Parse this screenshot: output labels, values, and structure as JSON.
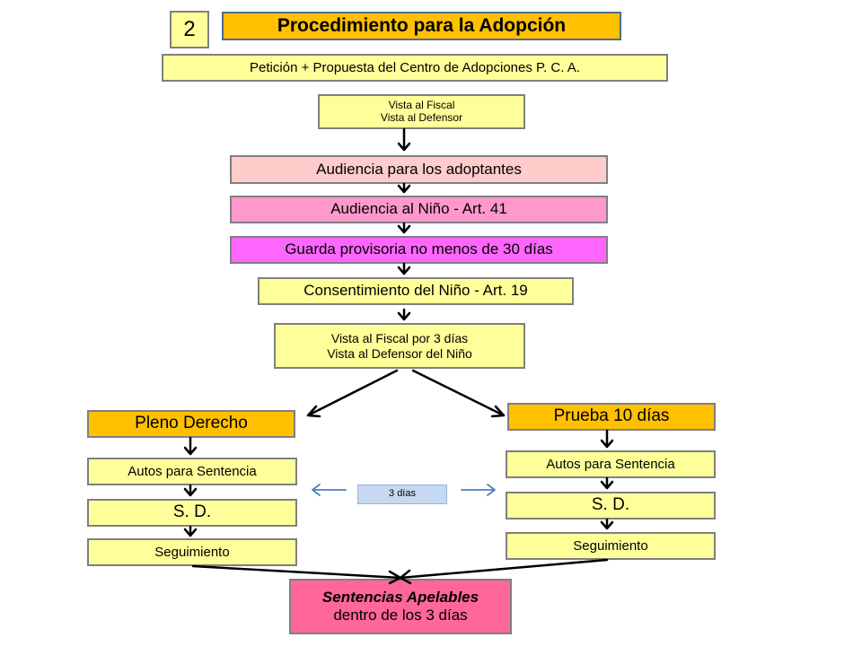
{
  "header": {
    "number": "2",
    "title": "Procedimiento para la Adopción"
  },
  "steps": {
    "peticion": "Petición + Propuesta del Centro de Adopciones  P. C. A.",
    "vista1_line1": "Vista al Fiscal",
    "vista1_line2": "Vista al Defensor",
    "audiencia_adoptantes": "Audiencia para los adoptantes",
    "audiencia_nino": "Audiencia al Niño - Art. 41",
    "guarda": "Guarda provisoria no menos de 30 días",
    "consentimiento": "Consentimiento del Niño - Art. 19",
    "vista2_line1": "Vista al Fiscal por 3 días",
    "vista2_line2": "Vista al Defensor del Niño"
  },
  "left_branch": {
    "title": "Pleno Derecho",
    "autos": "Autos para Sentencia",
    "sd": "S. D.",
    "seguimiento": "Seguimiento"
  },
  "right_branch": {
    "title": "Prueba 10 días",
    "autos": "Autos para Sentencia",
    "sd": "S. D.",
    "seguimiento": "Seguimiento"
  },
  "middle_note": "3 días",
  "final": {
    "line1": "Sentencias Apelables",
    "line2": "dentro de los 3 días"
  },
  "colors": {
    "yellow": "#ffff99",
    "orange": "#ffc000",
    "light_pink": "#ffcccc",
    "pink": "#ff99cc",
    "magenta": "#ff66ff",
    "hot_pink": "#ff6699",
    "note_blue": "#c6d9f1"
  }
}
